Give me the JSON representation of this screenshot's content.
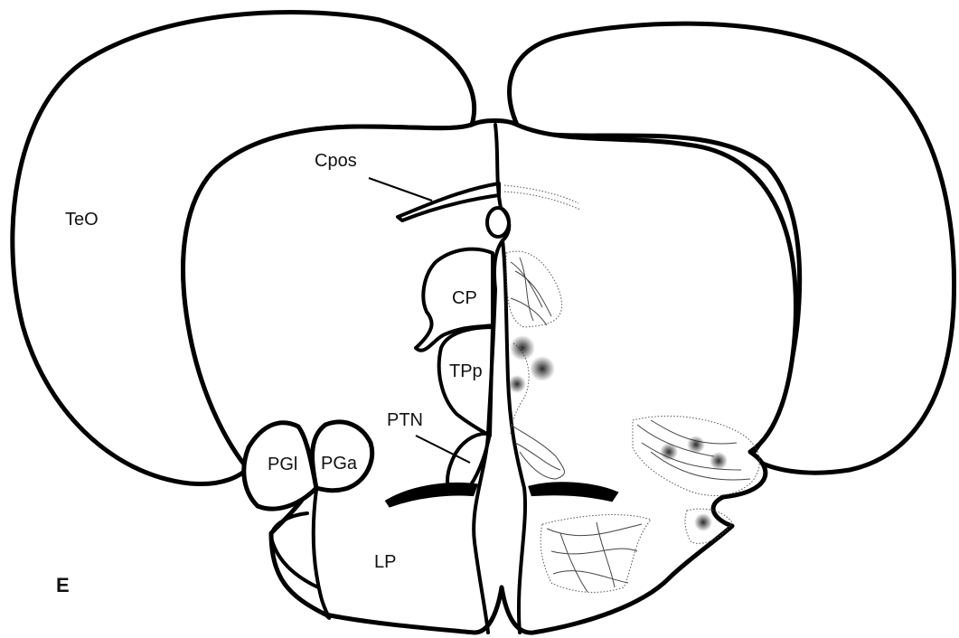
{
  "panel_letter": "E",
  "labels": {
    "teo": "TeO",
    "cpos": "Cpos",
    "cp": "CP",
    "tpp": "TPp",
    "ptn": "PTN",
    "pgl": "PGl",
    "pga": "PGa",
    "lp": "LP"
  },
  "colors": {
    "outline": "#000000",
    "background": "#ffffff",
    "stipple": "#555555"
  }
}
